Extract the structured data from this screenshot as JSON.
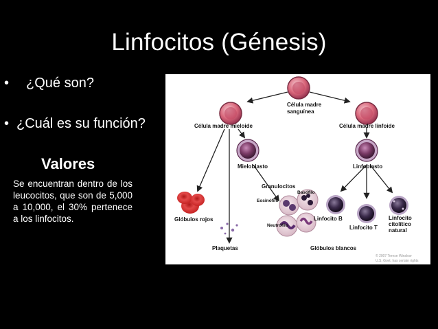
{
  "slide": {
    "title": "Linfocitos (Génesis)",
    "bullets": [
      {
        "marker": "•",
        "text": "¿Qué son?"
      },
      {
        "marker": "•",
        "text": "¿Cuál es su función?"
      }
    ],
    "subheading": "Valores",
    "body": "Se encuentran dentro de los leucocitos, que son de 5,000 a 10,000, el 30% pertenece a los linfocitos."
  },
  "figure": {
    "labels": {
      "stem_cell": [
        "Célula madre",
        "sanguínea"
      ],
      "myeloid_stem": "Célula madre mieloide",
      "lymphoid_stem": "Célula madre linfoide",
      "myeloblast": "Mieloblasto",
      "lymphoblast": "Linfoblasto",
      "granulocytes": "Granulocitos",
      "basophil": "Basófilo",
      "eosinophil": "Eosinófilo",
      "neutrophil": "Neutrófilo",
      "red_cells": "Glóbulos rojos",
      "platelets": "Plaquetas",
      "white_cells": "Glóbulos blancos",
      "b_lymphocyte": "Linfocito B",
      "t_lymphocyte": "Linfocito T",
      "nk_cell": [
        "Linfocito",
        "citolítico",
        "natural"
      ]
    },
    "copyright": [
      "© 2007 Terese Winslow",
      "U.S. Govt. has certain rights"
    ]
  },
  "colors": {
    "background": "#000000",
    "text": "#ffffff",
    "arrow": "#222222",
    "red_cell": "#d62b2b",
    "stem_cell": "#e07a8a",
    "blast": "#7a3a66",
    "lymphocyte": "#3a2a4a"
  }
}
